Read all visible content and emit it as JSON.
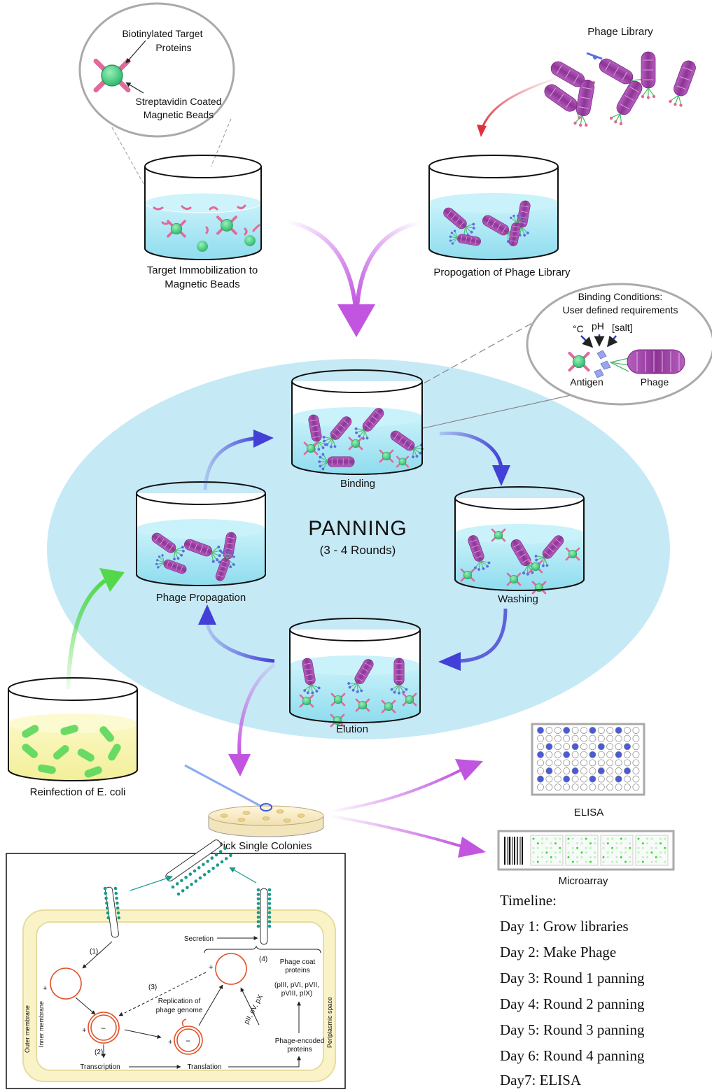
{
  "zoom_bubble": {
    "line1": "Biotinylated Target",
    "line2": "Proteins",
    "line3": "Streptavidin Coated",
    "line4": "Magnetic Beads"
  },
  "phage_library_label": "Phage Library",
  "target_immobilization": {
    "line1": "Target Immobilization to",
    "line2": "Magnetic Beads"
  },
  "propagation_label": "Propogation of Phage Library",
  "binding_conditions": {
    "title1": "Binding Conditions:",
    "title2": "User defined requirements",
    "deg_c": "°C",
    "ph": "pH",
    "salt": "[salt]",
    "antigen": "Antigen",
    "phage": "Phage"
  },
  "panning": {
    "title": "PANNING",
    "subtitle": "(3 - 4 Rounds)",
    "binding": "Binding",
    "washing": "Washing",
    "elution": "Elution",
    "phage_propagation": "Phage Propagation"
  },
  "reinfection_label": "Reinfection of E. coli",
  "pick_colonies_label": "Pick Single Colonies",
  "elisa_label": "ELISA",
  "microarray_label": "Microarray",
  "lifecycle": {
    "secretion": "Secretion",
    "step1": "(1)",
    "step2": "(2)",
    "step3": "(3)",
    "step4": "(4)",
    "plus": "+",
    "minus": "−",
    "replication1": "Replication of",
    "replication2": "phage genome",
    "genes": "pII, pV, pX",
    "coat1": "Phage coat",
    "coat2": "proteins",
    "coat3": "(pIII, pVI, pVII,",
    "coat4": "pVIII, pIX)",
    "encoded1": "Phage-encoded",
    "encoded2": "proteins",
    "transcription": "Transcription",
    "translation": "Translation",
    "outer": "Outer membrane",
    "inner": "Inner membrane",
    "periplasm": "Periplasmic space"
  },
  "timeline": {
    "title": "Timeline:",
    "days": [
      "Day 1: Grow libraries",
      "Day 2: Make Phage",
      "Day 3: Round 1 panning",
      "Day 4: Round 2 panning",
      "Day 5: Round 3 panning",
      "Day 6: Round 4 panning",
      "Day7: ELISA"
    ]
  },
  "colors": {
    "ellipse": "#c6e9f6",
    "liquid": "#a5e6f3",
    "phage": "#9a3f9e",
    "bead": "#3cc47a",
    "blue_arrow": "#4240d6",
    "purple_arrow": "#c155e0",
    "green_arrow": "#52d84a",
    "red_arrow": "#e0303c",
    "lifecycle_red": "#e0522a",
    "teal": "#1a9a8a"
  },
  "icons": [
    "beaker-icon",
    "phage-icon",
    "bead-icon",
    "petri-dish-icon",
    "elisa-plate-icon",
    "microarray-slide-icon"
  ]
}
